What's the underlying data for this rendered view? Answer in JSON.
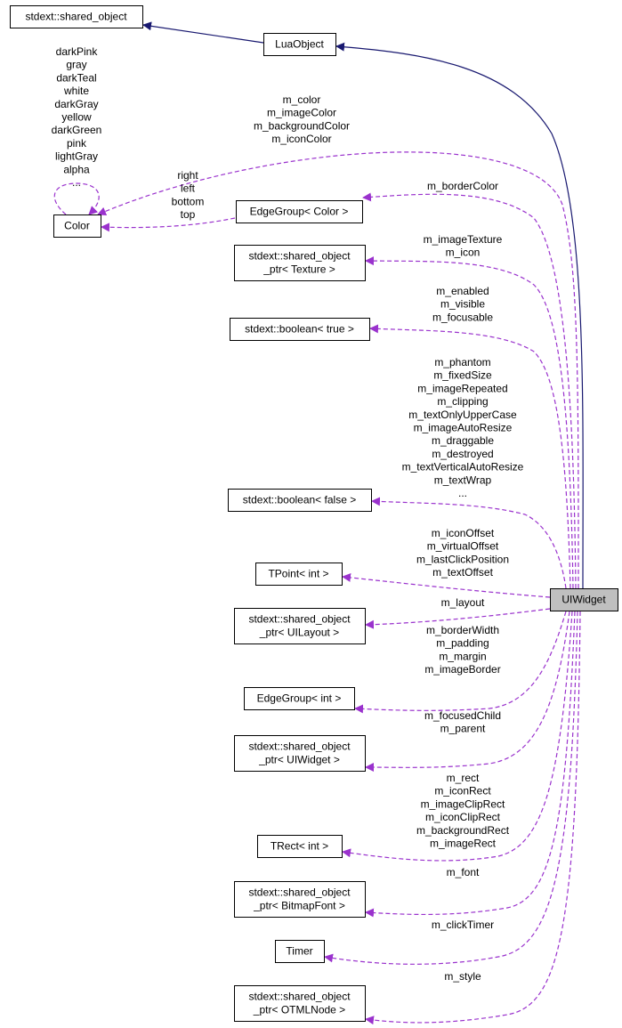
{
  "colors": {
    "inheritance": "#191970",
    "member": "#9a32cd",
    "highlight_fill": "#bfbfbf"
  },
  "nodes": [
    {
      "id": "shared_object",
      "lines": [
        "stdext::shared_object"
      ]
    },
    {
      "id": "lua_object",
      "lines": [
        "LuaObject"
      ]
    },
    {
      "id": "color",
      "lines": [
        "Color"
      ]
    },
    {
      "id": "edge_group_color",
      "lines": [
        "EdgeGroup< Color >"
      ]
    },
    {
      "id": "sop_texture",
      "lines": [
        "stdext::shared_object",
        "_ptr< Texture >"
      ]
    },
    {
      "id": "bool_true",
      "lines": [
        "stdext::boolean< true >"
      ]
    },
    {
      "id": "bool_false",
      "lines": [
        "stdext::boolean< false >"
      ]
    },
    {
      "id": "tpoint_int",
      "lines": [
        "TPoint< int >"
      ]
    },
    {
      "id": "sop_uilayout",
      "lines": [
        "stdext::shared_object",
        "_ptr< UILayout >"
      ]
    },
    {
      "id": "edge_group_int",
      "lines": [
        "EdgeGroup< int >"
      ]
    },
    {
      "id": "sop_uiwidget",
      "lines": [
        "stdext::shared_object",
        "_ptr< UIWidget >"
      ]
    },
    {
      "id": "trect_int",
      "lines": [
        "TRect< int >"
      ]
    },
    {
      "id": "sop_bitmapfont",
      "lines": [
        "stdext::shared_object",
        "_ptr< BitmapFont >"
      ]
    },
    {
      "id": "timer",
      "lines": [
        "Timer"
      ]
    },
    {
      "id": "sop_otmlnode",
      "lines": [
        "stdext::shared_object",
        "_ptr< OTMLNode >"
      ]
    },
    {
      "id": "uiwidget",
      "lines": [
        "UIWidget"
      ]
    }
  ],
  "edges": [
    {
      "id": "lua_to_shared",
      "kind": "inherit",
      "labels": []
    },
    {
      "id": "widget_to_lua",
      "kind": "inherit",
      "labels": []
    },
    {
      "id": "color_self",
      "kind": "member",
      "labels": [
        "darkPink",
        "gray",
        "darkTeal",
        "white",
        "darkGray",
        "yellow",
        "darkGreen",
        "pink",
        "lightGray",
        "alpha",
        "..."
      ]
    },
    {
      "id": "widget_to_color",
      "kind": "member",
      "labels": [
        "m_color",
        "m_imageColor",
        "m_backgroundColor",
        "m_iconColor"
      ]
    },
    {
      "id": "edgegroup_to_color",
      "kind": "member",
      "labels": [
        "right",
        "left",
        "bottom",
        "top"
      ]
    },
    {
      "id": "widget_to_edgegroup_color",
      "kind": "member",
      "labels": [
        "m_borderColor"
      ]
    },
    {
      "id": "widget_to_texture",
      "kind": "member",
      "labels": [
        "m_imageTexture",
        "m_icon"
      ]
    },
    {
      "id": "widget_to_bool_true",
      "kind": "member",
      "labels": [
        "m_enabled",
        "m_visible",
        "m_focusable"
      ]
    },
    {
      "id": "widget_to_bool_false",
      "kind": "member",
      "labels": [
        "m_phantom",
        "m_fixedSize",
        "m_imageRepeated",
        "m_clipping",
        "m_textOnlyUpperCase",
        "m_imageAutoResize",
        "m_draggable",
        "m_destroyed",
        "m_textVerticalAutoResize",
        "m_textWrap",
        "..."
      ]
    },
    {
      "id": "widget_to_tpoint",
      "kind": "member",
      "labels": [
        "m_iconOffset",
        "m_virtualOffset",
        "m_lastClickPosition",
        "m_textOffset"
      ]
    },
    {
      "id": "widget_to_layout",
      "kind": "member",
      "labels": [
        "m_layout"
      ]
    },
    {
      "id": "widget_to_edgegroup_int",
      "kind": "member",
      "labels": [
        "m_borderWidth",
        "m_padding",
        "m_margin",
        "m_imageBorder"
      ]
    },
    {
      "id": "widget_to_sop_widget",
      "kind": "member",
      "labels": [
        "m_focusedChild",
        "m_parent"
      ]
    },
    {
      "id": "widget_to_trect",
      "kind": "member",
      "labels": [
        "m_rect",
        "m_iconRect",
        "m_imageClipRect",
        "m_iconClipRect",
        "m_backgroundRect",
        "m_imageRect"
      ]
    },
    {
      "id": "widget_to_font",
      "kind": "member",
      "labels": [
        "m_font"
      ]
    },
    {
      "id": "widget_to_timer",
      "kind": "member",
      "labels": [
        "m_clickTimer"
      ]
    },
    {
      "id": "widget_to_style",
      "kind": "member",
      "labels": [
        "m_style"
      ]
    }
  ]
}
